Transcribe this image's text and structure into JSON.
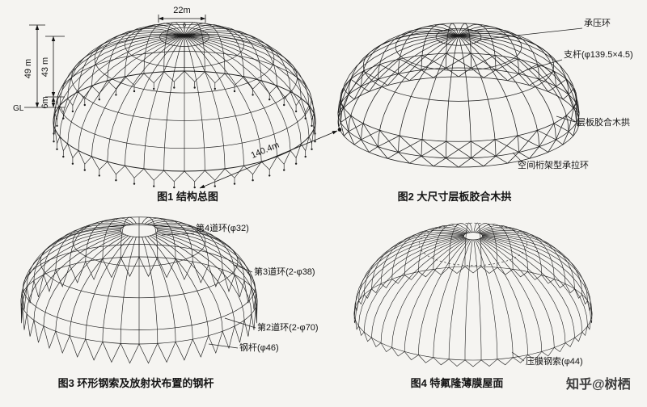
{
  "figures": {
    "fig1": {
      "caption": "图1  结构总图",
      "dims": {
        "span": "22m",
        "total_height": "49 m",
        "dome_height": "43 m",
        "base_height": "6m",
        "ground": "GL",
        "diameter": "140.4m"
      }
    },
    "fig2": {
      "caption": "图2  大尺寸层板胶合木拱",
      "labels": {
        "compression_ring": "承压环",
        "strut": "支杆(φ139.5×4.5)",
        "glulam_arch": "层板胶合木拱",
        "tension_ring": "空间桁架型承拉环"
      }
    },
    "fig3": {
      "caption": "图3  环形钢索及放射状布置的钢杆",
      "labels": {
        "ring4": "第4道环(φ32)",
        "ring3": "第3道环(2-φ38)",
        "ring2": "第2道环(2-φ70)",
        "steel_rod": "钢杆(φ46)"
      }
    },
    "fig4": {
      "caption": "图4  特氟隆薄膜屋面",
      "labels": {
        "membrane_cable": "压膜钢索(φ44)"
      }
    },
    "watermark": "知乎@树栖"
  }
}
